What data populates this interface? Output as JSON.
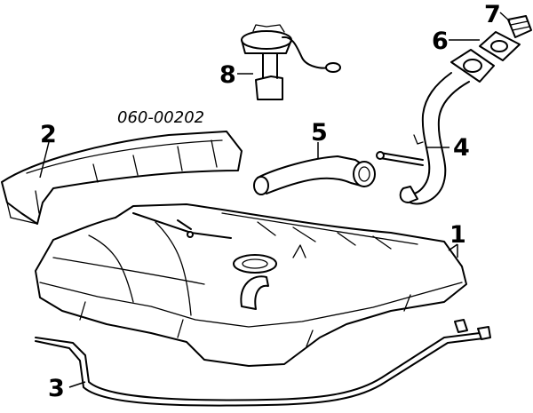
{
  "figure": {
    "code": "060-00202",
    "callouts": {
      "tank": "1",
      "shield": "2",
      "strap": "3",
      "filler_neck": "4",
      "hose": "5",
      "gasket": "6",
      "cap": "7",
      "sender": "8"
    }
  }
}
